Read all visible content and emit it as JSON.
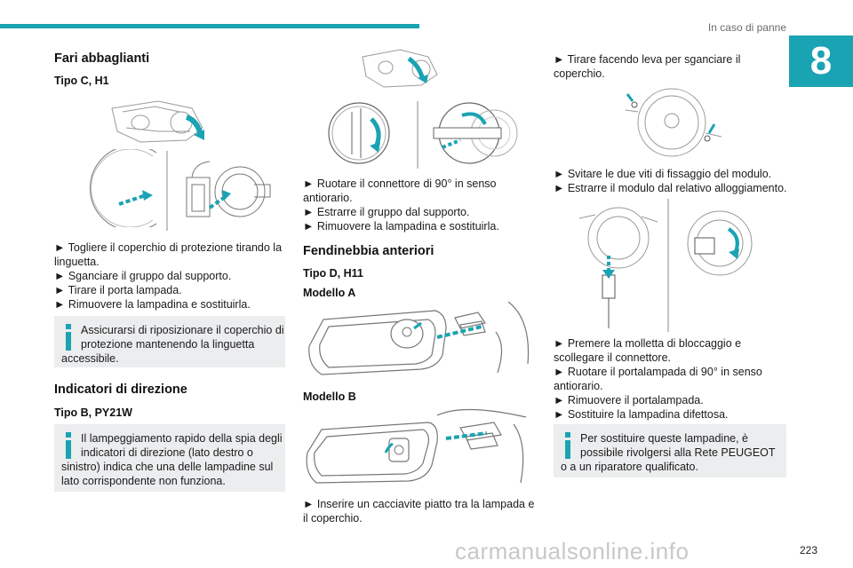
{
  "header": {
    "section_title": "In caso di panne",
    "chapter_number": "8"
  },
  "col1": {
    "title_fari": "Fari abbaglianti",
    "tipo_c": "Tipo C, H1",
    "steps1": [
      "► Togliere il coperchio di protezione tirando la",
      "linguetta.",
      "► Sganciare il gruppo dal supporto.",
      "► Tirare il porta lampada.",
      "► Rimuovere la lampadina e sostituirla."
    ],
    "note1": [
      "Assicurarsi di riposizionare il coperchio di",
      "protezione mantenendo la linguetta",
      "accessibile."
    ],
    "title_indicatori": "Indicatori di direzione",
    "tipo_b": "Tipo B, PY21W",
    "note2": [
      "Il lampeggiamento rapido della spia degli",
      "indicatori di direzione (lato destro o",
      "sinistro) indica che una delle lampadine sul",
      "lato corrispondente non funziona."
    ]
  },
  "col2": {
    "steps": [
      "► Ruotare il connettore di 90° in senso",
      "antiorario.",
      "► Estrarre il gruppo dal supporto.",
      "► Rimuovere la lampadina e sostituirla."
    ],
    "title_fendinebbia": "Fendinebbia anteriori",
    "tipo_d": "Tipo D, H11",
    "modello_a": "Modello A",
    "modello_b": "Modello B",
    "steps_b": [
      "► Inserire un cacciavite piatto tra la lampada e",
      "il coperchio."
    ]
  },
  "col3": {
    "steps1": [
      "► Tirare facendo leva per sganciare il",
      "coperchio."
    ],
    "steps2": [
      "► Svitare le due viti di fissaggio del modulo.",
      "► Estrarre il modulo dal relativo alloggiamento."
    ],
    "steps3": [
      "► Premere la molletta di bloccaggio e",
      "scollegare il connettore.",
      "► Ruotare il portalampada di 90° in senso",
      "antiorario.",
      "► Rimuovere il portalampada.",
      "► Sostituire la lampadina difettosa."
    ],
    "note": [
      "Per sostituire queste lampadine, è",
      "possibile rivolgersi alla Rete PEUGEOT",
      "o a un riparatore qualificato."
    ]
  },
  "footer": {
    "page_number": "223",
    "watermark": "carmanualsonline.info"
  },
  "colors": {
    "accent": "#1aa3b3",
    "note_bg": "#ecedef",
    "arrow": "#1aa3b3"
  }
}
